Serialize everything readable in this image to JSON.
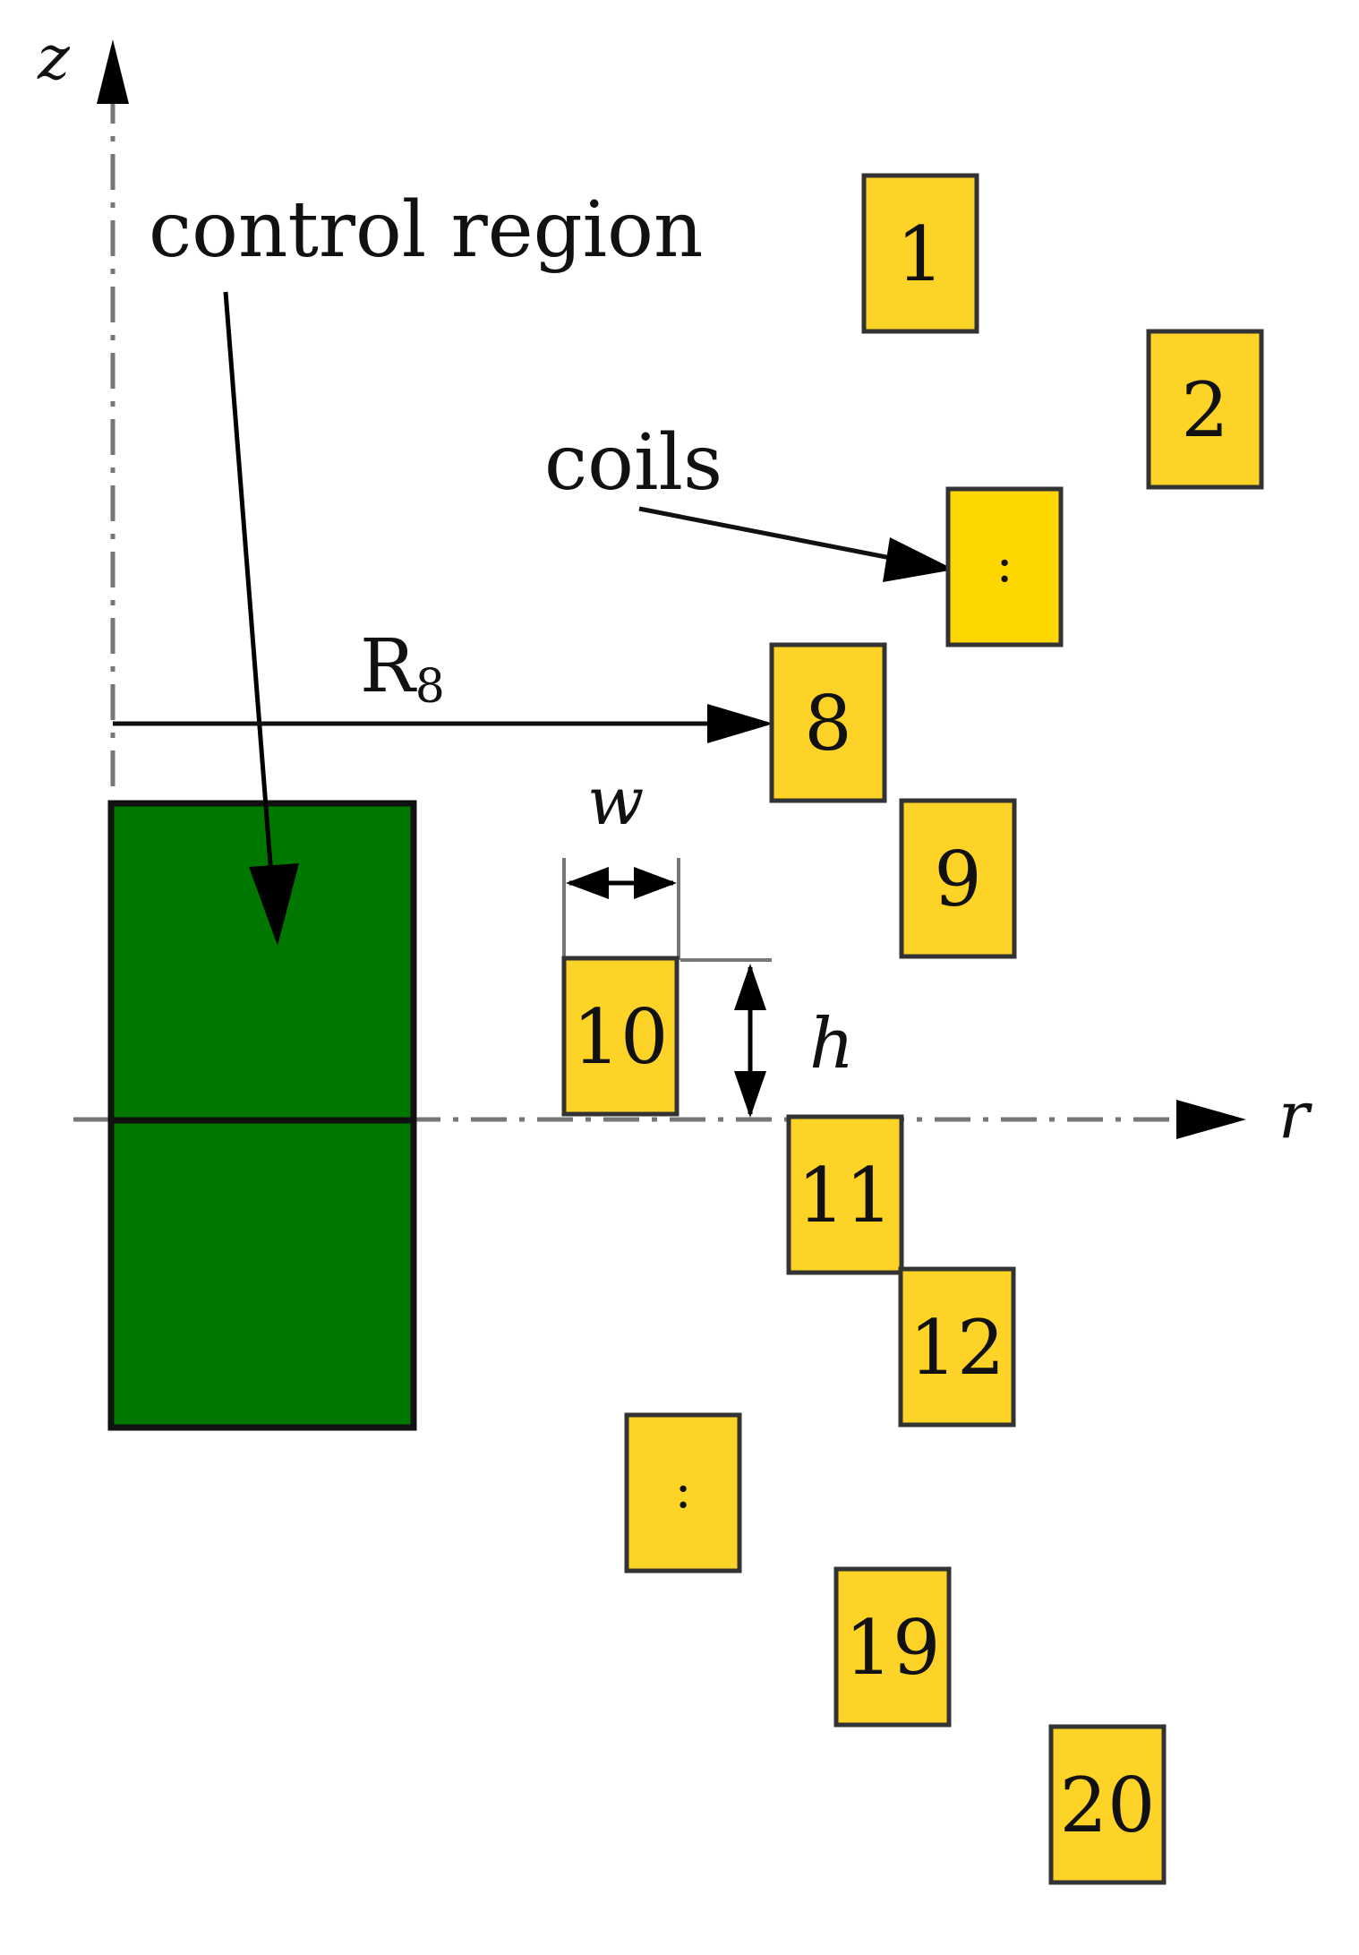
{
  "diagram": {
    "axes": {
      "vertical_label": "z",
      "horizontal_label": "r"
    },
    "labels": {
      "control_region": "control region",
      "coils": "coils",
      "radius_symbol": "R",
      "radius_subscript": "8",
      "width_symbol": "w",
      "height_symbol": "h"
    },
    "coils": [
      {
        "label": "1"
      },
      {
        "label": "2"
      },
      {
        "label": ":"
      },
      {
        "label": "8"
      },
      {
        "label": "9"
      },
      {
        "label": "10"
      },
      {
        "label": "11"
      },
      {
        "label": "12"
      },
      {
        "label": ":"
      },
      {
        "label": "19"
      },
      {
        "label": "20"
      }
    ],
    "colors": {
      "coil_fill": "#FDD327",
      "coil_highlight_fill": "#FFD700",
      "coil_stroke": "#333333",
      "control_region_fill": "#007800",
      "control_region_stroke": "#111111",
      "axis_stroke": "#777777",
      "arrow": "#000000"
    }
  }
}
